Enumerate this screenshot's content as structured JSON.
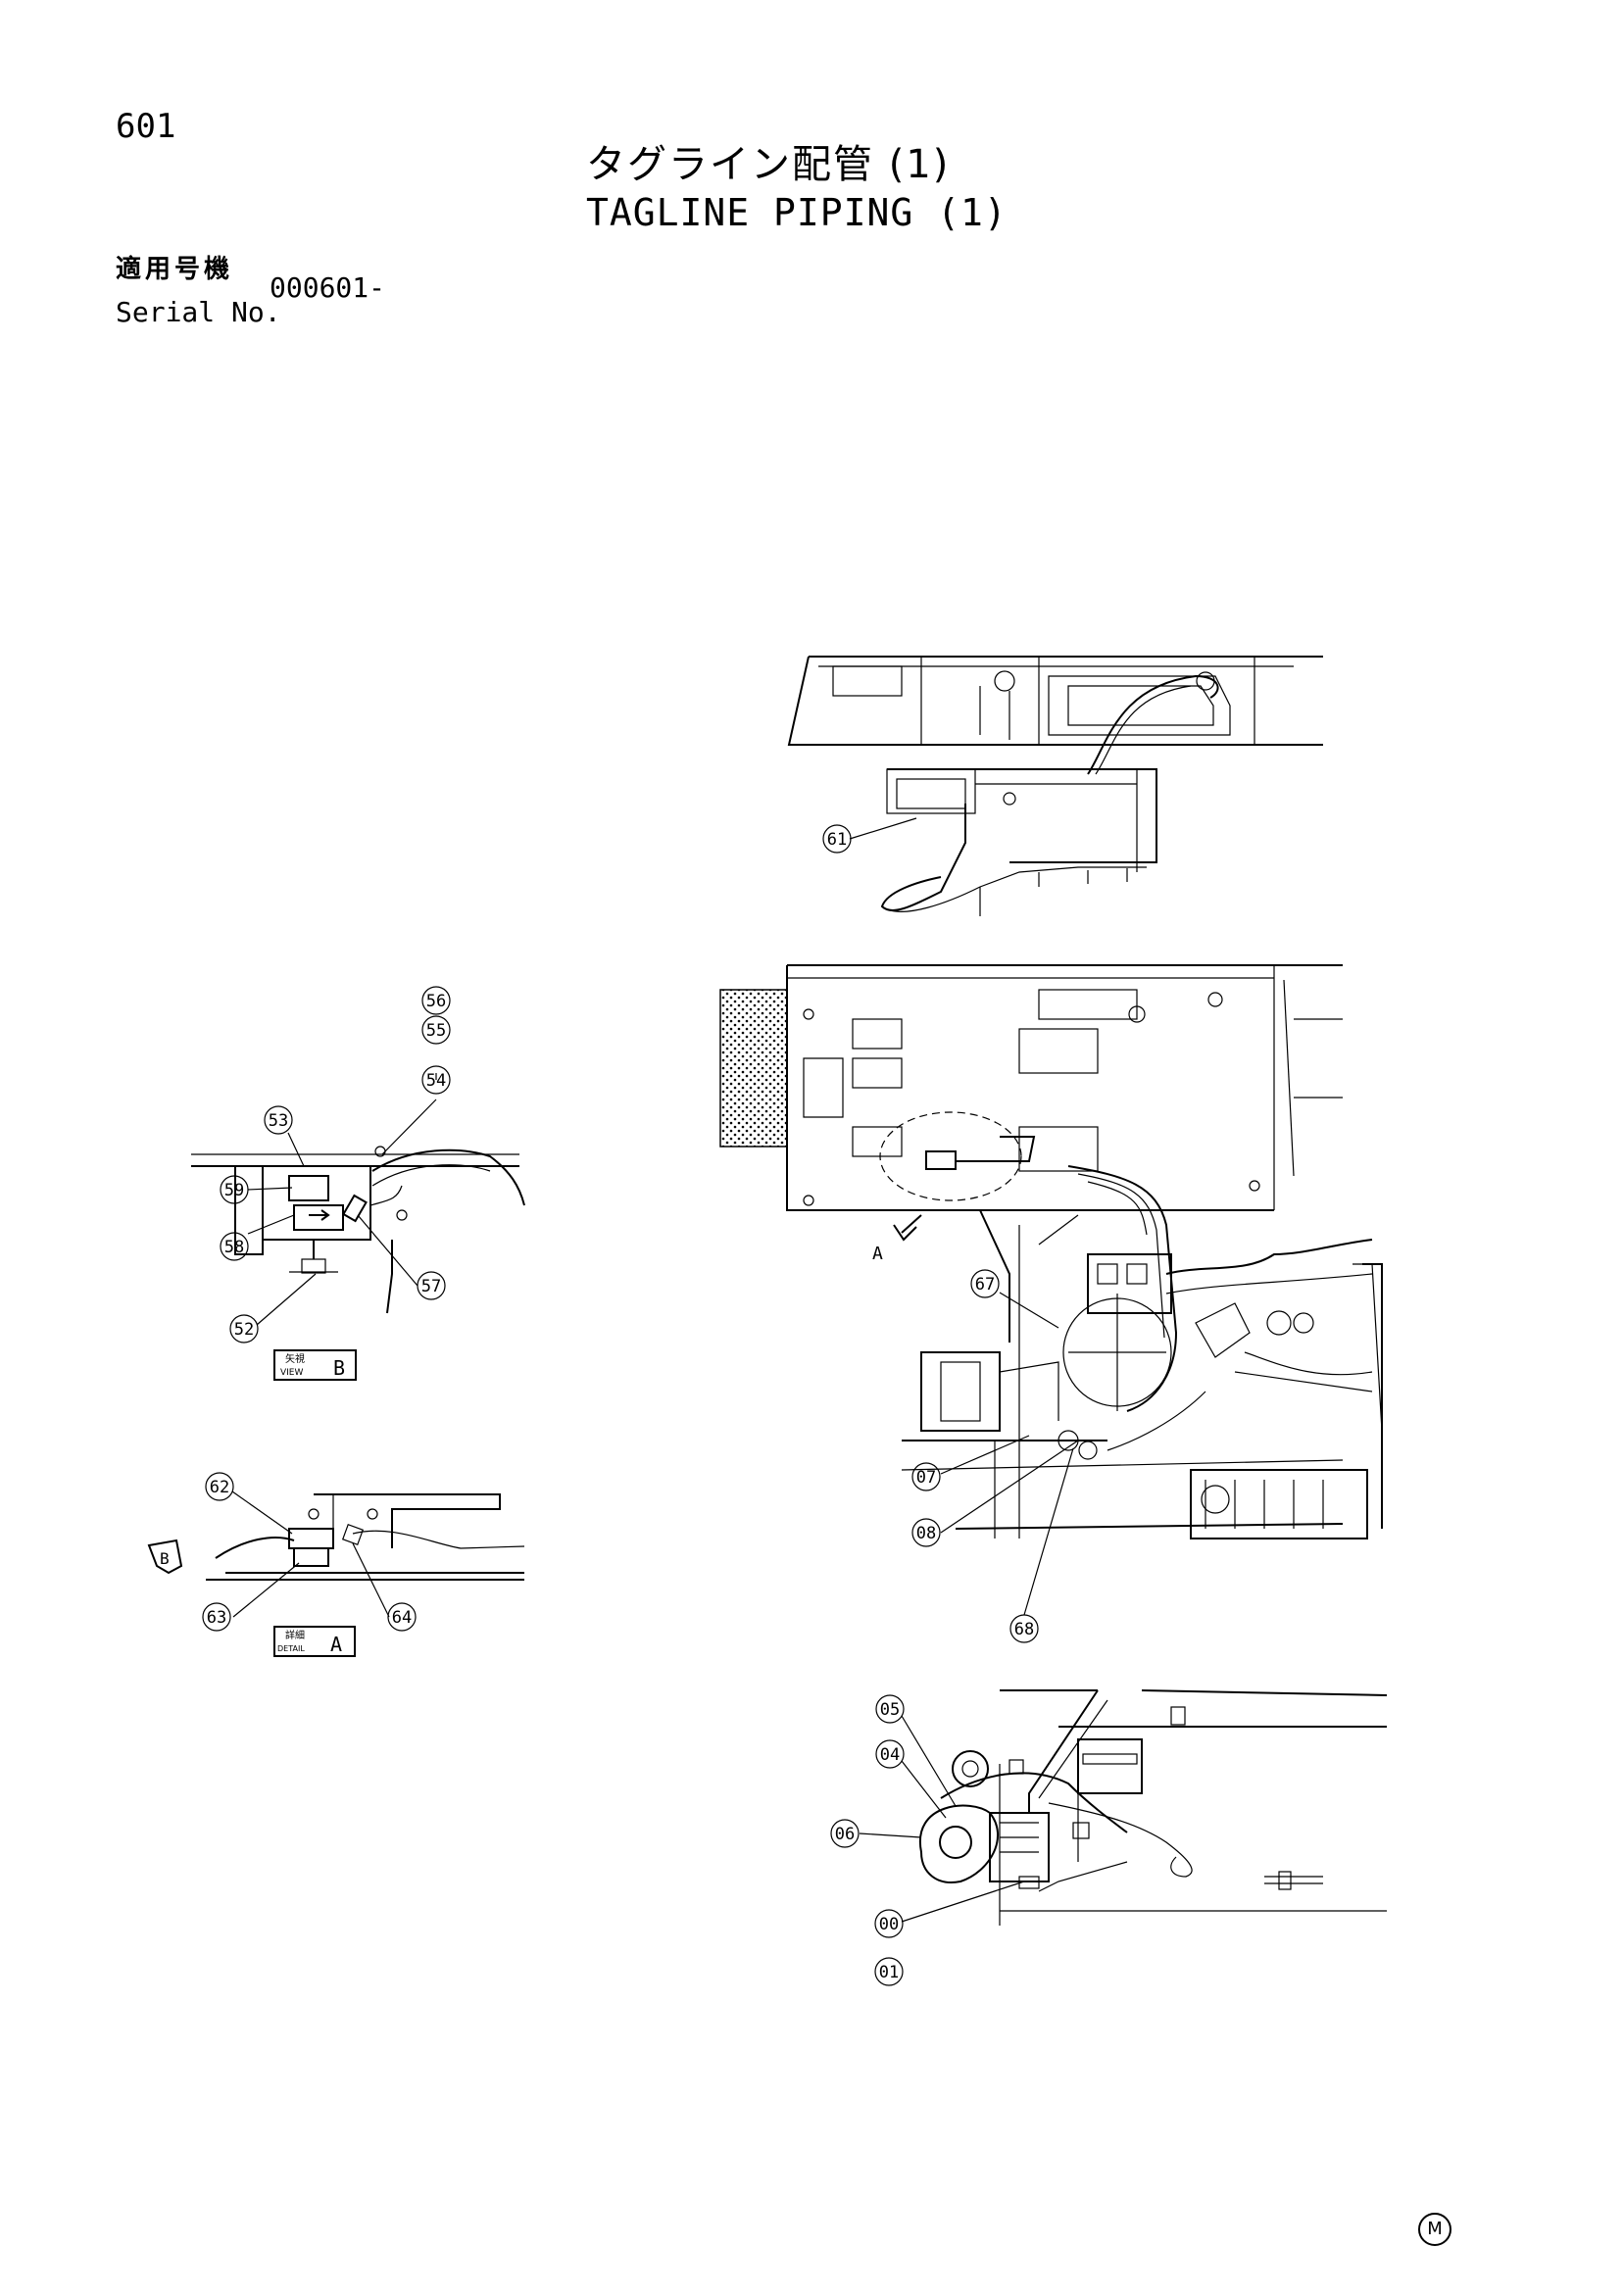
{
  "header": {
    "page_number": "601",
    "title_ja": "タグライン配管 (1)",
    "title_en": "TAGLINE PIPING (1)",
    "serial_label_ja": "適用号機",
    "serial_label_en": "Serial No.",
    "serial_value": "000601-"
  },
  "callouts": {
    "c61": "61",
    "c56": "56",
    "c55": "55",
    "c54": "54",
    "c53": "53",
    "c59": "59",
    "c58": "58",
    "c57": "57",
    "c52": "52",
    "c62": "62",
    "c63": "63",
    "c64": "64",
    "c67": "67",
    "c07": "07",
    "c08": "08",
    "c68": "68",
    "c05": "05",
    "c04": "04",
    "c06": "06",
    "c00": "00",
    "c01": "01"
  },
  "labels": {
    "view_b_ja": "矢視",
    "view_b_en": "VIEW",
    "view_b_letter": "B",
    "detail_a_ja": "詳細",
    "detail_a_en": "DETAIL",
    "detail_a_letter": "A",
    "arrow_a": "A",
    "arrow_b": "B",
    "footer_mark": "M"
  }
}
